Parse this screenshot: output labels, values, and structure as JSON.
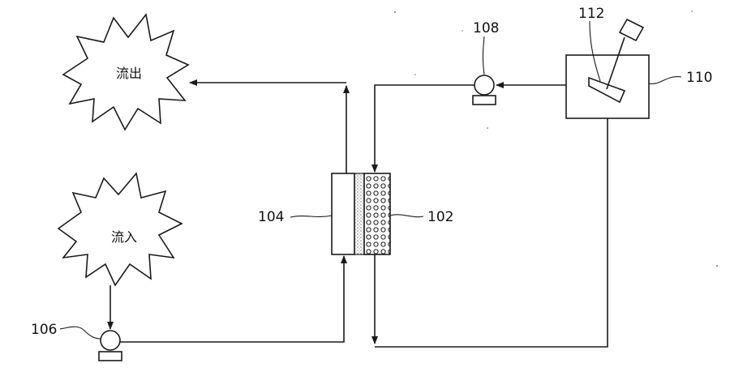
{
  "labels": {
    "outflow": "流出",
    "inflow": "流入"
  },
  "refs": {
    "sensor_reservoir": "102",
    "membrane_module": "104",
    "inlet_pump": "106",
    "return_pump": "108",
    "vessel": "110",
    "stirrer": "112"
  },
  "colors": {
    "line": "#1a1a1a",
    "background": "#ffffff"
  }
}
